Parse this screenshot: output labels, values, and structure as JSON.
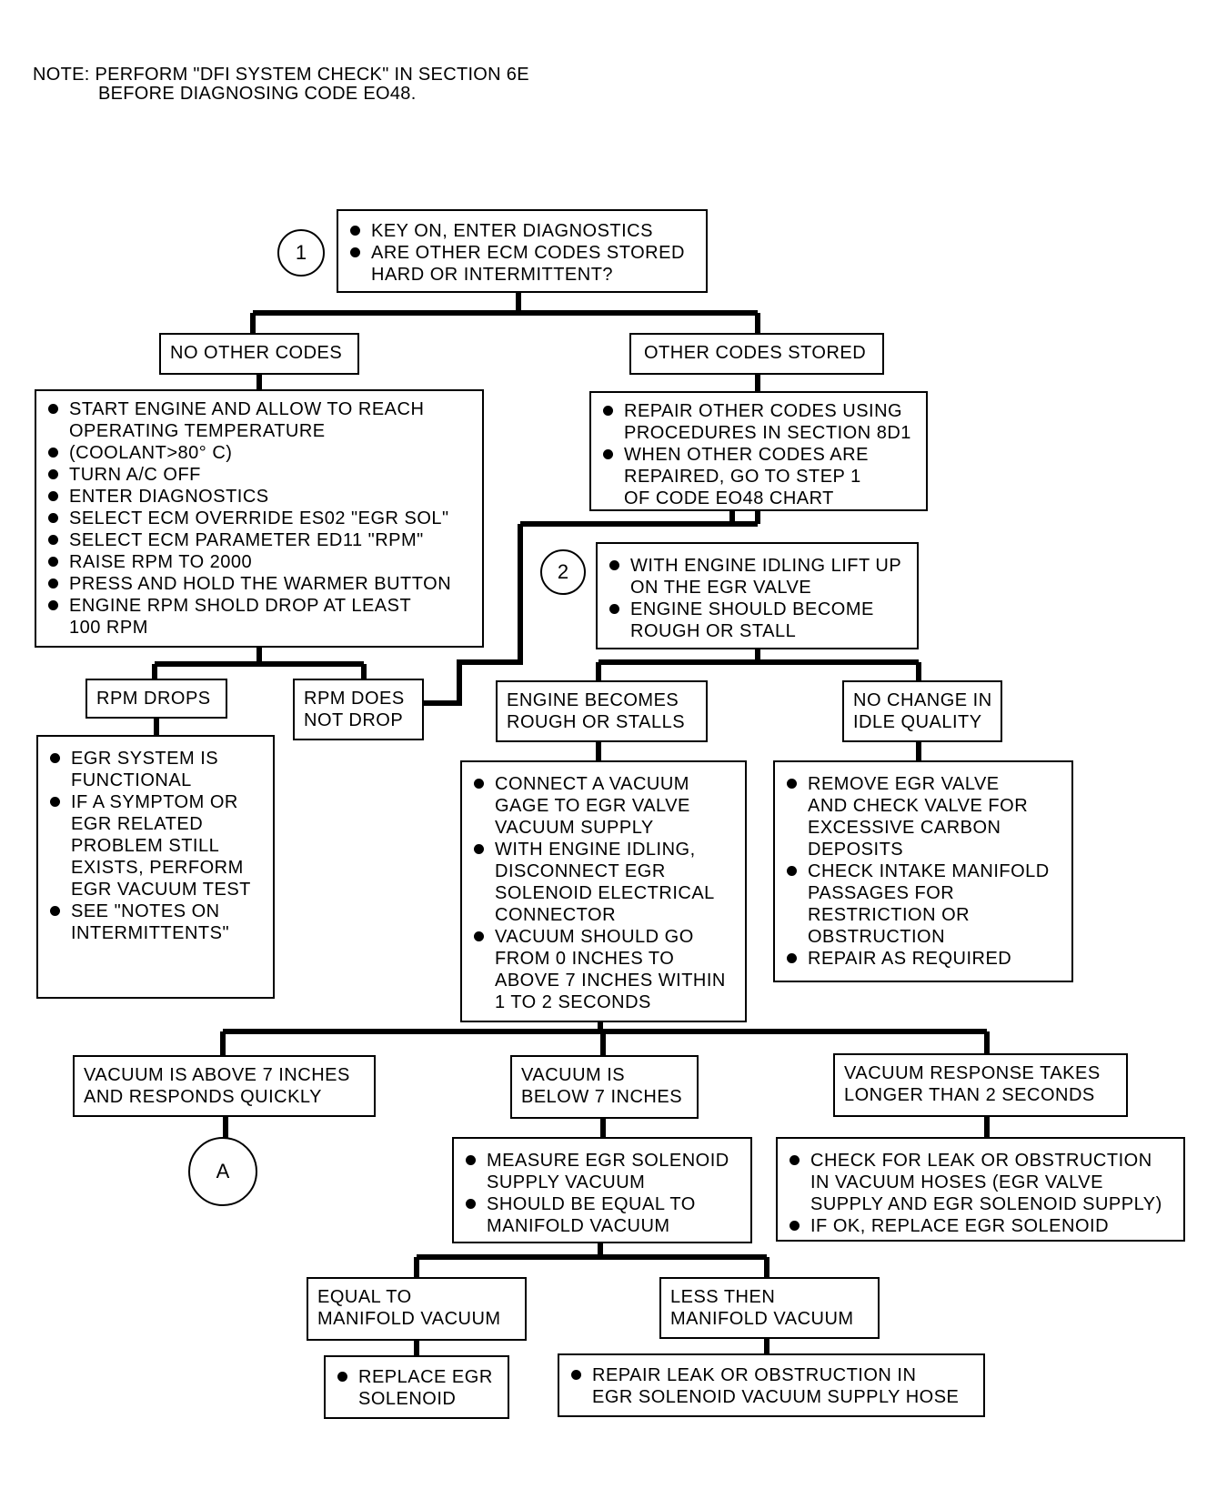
{
  "note": {
    "line1": "NOTE: PERFORM \"DFI SYSTEM CHECK\" IN SECTION 6E",
    "line2": "BEFORE DIAGNOSING CODE EO48."
  },
  "connectors": {
    "step1": "1",
    "step2": "2",
    "a": "A"
  },
  "nodes": {
    "start": {
      "items": [
        [
          "KEY ON, ENTER DIAGNOSTICS"
        ],
        [
          "ARE OTHER ECM CODES STORED",
          "HARD OR INTERMITTENT?"
        ]
      ]
    },
    "no_other_codes": {
      "lines": [
        "NO OTHER CODES"
      ]
    },
    "other_codes_stored": {
      "lines": [
        "OTHER CODES STORED"
      ]
    },
    "engine_test": {
      "items": [
        [
          "START ENGINE AND ALLOW TO REACH",
          "OPERATING TEMPERATURE"
        ],
        [
          "(COOLANT>80° C)"
        ],
        [
          "TURN A/C OFF"
        ],
        [
          "ENTER DIAGNOSTICS"
        ],
        [
          "SELECT ECM OVERRIDE ES02 \"EGR SOL\""
        ],
        [
          "SELECT ECM PARAMETER ED11 \"RPM\""
        ],
        [
          "RAISE RPM TO 2000"
        ],
        [
          "PRESS AND HOLD THE WARMER BUTTON"
        ],
        [
          "ENGINE RPM SHOLD DROP AT LEAST",
          "100 RPM"
        ]
      ]
    },
    "repair_codes": {
      "items": [
        [
          "REPAIR OTHER CODES USING",
          "PROCEDURES IN SECTION 8D1"
        ],
        [
          "WHEN OTHER CODES ARE",
          "REPAIRED, GO TO STEP 1",
          "OF CODE EO48 CHART"
        ]
      ]
    },
    "egr_lift": {
      "items": [
        [
          "WITH ENGINE IDLING LIFT UP",
          "ON THE EGR VALVE"
        ],
        [
          "ENGINE SHOULD BECOME",
          "ROUGH OR STALL"
        ]
      ]
    },
    "rpm_drops": {
      "lines": [
        "RPM DROPS"
      ]
    },
    "rpm_not_drop": {
      "lines": [
        "RPM DOES",
        "NOT DROP"
      ]
    },
    "engine_rough": {
      "lines": [
        "ENGINE BECOMES",
        "ROUGH OR STALLS"
      ]
    },
    "no_change": {
      "lines": [
        "NO CHANGE IN",
        "IDLE QUALITY"
      ]
    },
    "egr_functional": {
      "items": [
        [
          "EGR SYSTEM IS",
          "FUNCTIONAL"
        ],
        [
          "IF A SYMPTOM OR",
          "EGR RELATED",
          "PROBLEM STILL",
          "EXISTS, PERFORM",
          "EGR VACUUM TEST"
        ],
        [
          "SEE \"NOTES ON",
          "INTERMITTENTS\""
        ]
      ]
    },
    "vacuum_gage": {
      "items": [
        [
          "CONNECT A VACUUM",
          "GAGE TO EGR VALVE",
          "VACUUM SUPPLY"
        ],
        [
          "WITH ENGINE IDLING,",
          "DISCONNECT EGR",
          "SOLENOID ELECTRICAL",
          "CONNECTOR"
        ],
        [
          "VACUUM SHOULD GO",
          "FROM 0 INCHES TO",
          "ABOVE 7 INCHES WITHIN",
          "1 TO 2 SECONDS"
        ]
      ]
    },
    "remove_egr": {
      "items": [
        [
          "REMOVE EGR VALVE",
          "AND CHECK VALVE FOR",
          "EXCESSIVE CARBON",
          "DEPOSITS"
        ],
        [
          "CHECK INTAKE MANIFOLD",
          "PASSAGES FOR",
          "RESTRICTION OR",
          "OBSTRUCTION"
        ],
        [
          "REPAIR AS REQUIRED"
        ]
      ]
    },
    "vac_above": {
      "lines": [
        "VACUUM IS ABOVE 7 INCHES",
        "AND RESPONDS QUICKLY"
      ]
    },
    "vac_below": {
      "lines": [
        "VACUUM IS",
        "BELOW 7 INCHES"
      ]
    },
    "vac_slow": {
      "lines": [
        "VACUUM RESPONSE TAKES",
        "LONGER THAN 2 SECONDS"
      ]
    },
    "measure_supply": {
      "items": [
        [
          "MEASURE EGR SOLENOID",
          "SUPPLY VACUUM"
        ],
        [
          "SHOULD BE EQUAL TO",
          "MANIFOLD VACUUM"
        ]
      ]
    },
    "check_leak": {
      "items": [
        [
          "CHECK FOR LEAK OR OBSTRUCTION",
          "IN VACUUM HOSES (EGR VALVE",
          "SUPPLY AND EGR SOLENOID SUPPLY)"
        ],
        [
          "IF OK, REPLACE EGR SOLENOID"
        ]
      ]
    },
    "equal_manifold": {
      "lines": [
        "EQUAL TO",
        "MANIFOLD VACUUM"
      ]
    },
    "less_manifold": {
      "lines": [
        "LESS THEN",
        "MANIFOLD VACUUM"
      ]
    },
    "replace_solenoid": {
      "items": [
        [
          "REPLACE EGR",
          "SOLENOID"
        ]
      ]
    },
    "repair_leak": {
      "items": [
        [
          "REPAIR LEAK OR OBSTRUCTION IN",
          "EGR SOLENOID VACUUM SUPPLY HOSE"
        ]
      ]
    }
  }
}
